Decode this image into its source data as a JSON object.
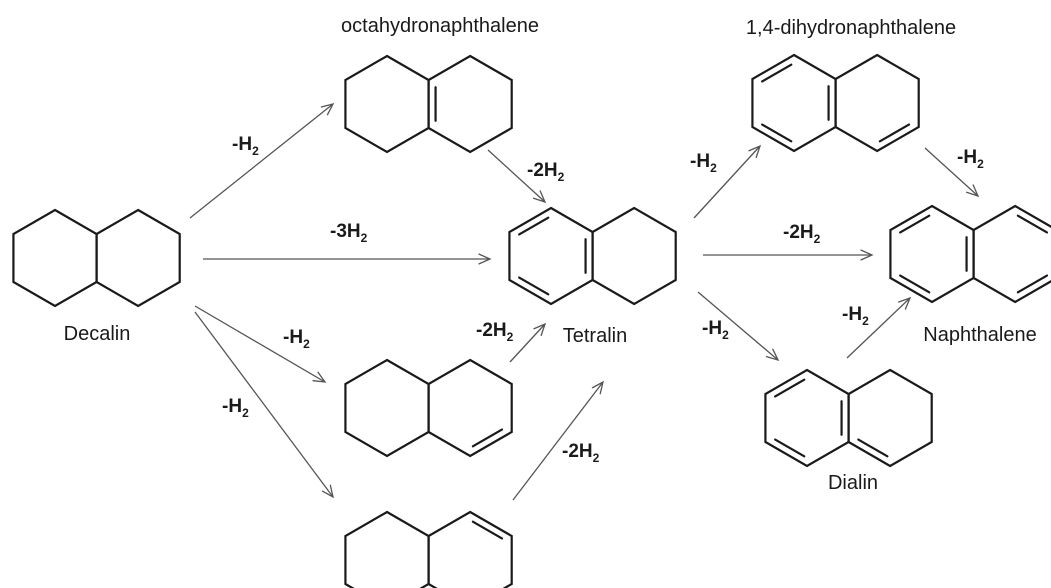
{
  "labels": {
    "octahydro": "octahydronaphthalene",
    "dihydro14": "1,4-dihydronaphthalene",
    "decalin": "Decalin",
    "tetralin": "Tetralin",
    "naphthalene": "Naphthalene",
    "dialin": "Dialin"
  },
  "reagents": {
    "r_dec_octa": {
      "text": "-H",
      "sub": "2"
    },
    "r_octa_tet": {
      "text": "-2H",
      "sub": "2"
    },
    "r_dec_tet": {
      "text": "-3H",
      "sub": "2"
    },
    "r_dec_hex1": {
      "text": "-H",
      "sub": "2"
    },
    "r_dec_hex2": {
      "text": "-H",
      "sub": "2"
    },
    "r_hex1_tet": {
      "text": "-2H",
      "sub": "2"
    },
    "r_hex2_tet": {
      "text": "-2H",
      "sub": "2"
    },
    "r_tet_dih": {
      "text": "-H",
      "sub": "2"
    },
    "r_dih_nap": {
      "text": "-H",
      "sub": "2"
    },
    "r_tet_nap": {
      "text": "-2H",
      "sub": "2"
    },
    "r_tet_dia": {
      "text": "-H",
      "sub": "2"
    },
    "r_dia_nap": {
      "text": "-H",
      "sub": "2"
    }
  }
}
